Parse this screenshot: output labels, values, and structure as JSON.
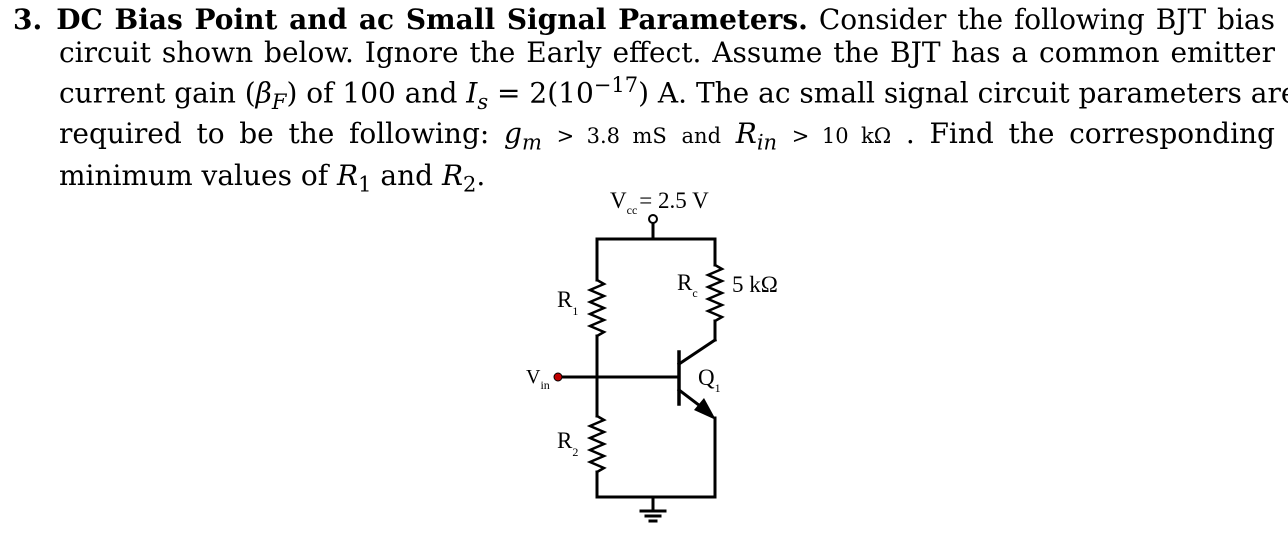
{
  "problem": {
    "number": "3.",
    "heading": "DC Bias Point and ac Small Signal Parameters.",
    "line1_tail": "Consider the following BJT bias",
    "line2": "circuit shown below. Ignore the Early effect. Assume the BJT has a common emitter",
    "line3_a": "current gain (",
    "beta": "β",
    "beta_sub": "F",
    "line3_b": ") of 100 and",
    "is_var": "I",
    "is_sub": "s",
    "is_eq": "= 2(10",
    "is_exp": "−17",
    "is_tail": ") A. The ac small signal circuit parameters are",
    "line4_a": "required to be the following:",
    "gm": "g",
    "gm_sub": "m",
    "gm_cond": "> 3.8 mS",
    "and_word": "and",
    "rin": "R",
    "rin_sub": "in",
    "rin_cond": "> 10 kΩ",
    "line4_tail": ". Find the corresponding",
    "line5_a": "minimum values of",
    "r1": "R",
    "r1_sub": "1",
    "line5_and": "and",
    "r2": "R",
    "r2_sub": "2",
    "line5_end": "."
  },
  "circuit": {
    "vcc_label": "V",
    "vcc_sub": "cc",
    "vcc_value": "= 2.5 V",
    "r1_label": "R",
    "r1_sub": "1",
    "r2_label": "R",
    "r2_sub": "2",
    "rc_label": "R",
    "rc_sub": "c",
    "rc_value": "5 kΩ",
    "q1_label": "Q",
    "q1_sub": "1",
    "vin_label": "V",
    "vin_sub": "in",
    "accent_color": "#c00000"
  }
}
